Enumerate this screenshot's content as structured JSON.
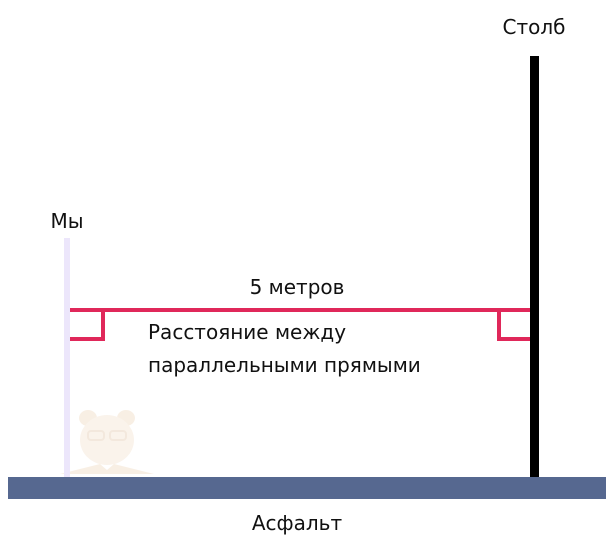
{
  "labels": {
    "pole": "Столб",
    "us": "Мы",
    "distance": "5 метров",
    "note_line1": "Расстояние между",
    "note_line2": "параллельными прямыми",
    "asphalt": "Асфальт"
  },
  "colors": {
    "background": "#ffffff",
    "pole": "#000000",
    "us_line": "#ece6fb",
    "distance_line": "#e0285a",
    "asphalt": "#566890",
    "text": "#111111",
    "watermark": "#f3e2cf"
  },
  "icons": {
    "watermark": "bear-reading-icon"
  }
}
